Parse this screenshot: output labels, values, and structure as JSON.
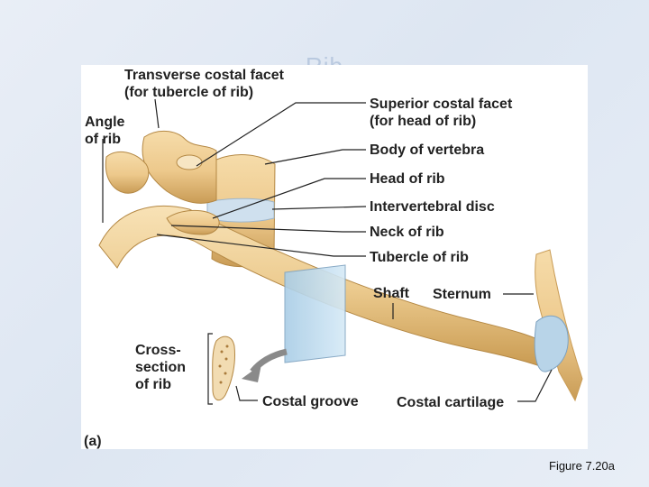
{
  "slide": {
    "title": "Rib",
    "figure_caption": "Figure 7.20a"
  },
  "diagram": {
    "panel_letter": "(a)",
    "labels": {
      "transverse_costal_facet": "Transverse costal facet\n(for tubercle of rib)",
      "angle_of_rib": "Angle\nof rib",
      "superior_costal_facet": "Superior costal facet\n(for head of rib)",
      "body_of_vertebra": "Body of vertebra",
      "head_of_rib": "Head of rib",
      "intervertebral_disc": "Intervertebral disc",
      "neck_of_rib": "Neck of rib",
      "tubercle_of_rib": "Tubercle of rib",
      "shaft": "Shaft",
      "sternum": "Sternum",
      "cross_section": "Cross-\nsection\nof rib",
      "costal_groove": "Costal groove",
      "costal_cartilage": "Costal cartilage"
    },
    "colors": {
      "bone": "#edc98c",
      "bone_shadow": "#c99c56",
      "cartilage": "#b8d4e8",
      "disc": "#cfe0ee",
      "leader": "#222222"
    }
  }
}
